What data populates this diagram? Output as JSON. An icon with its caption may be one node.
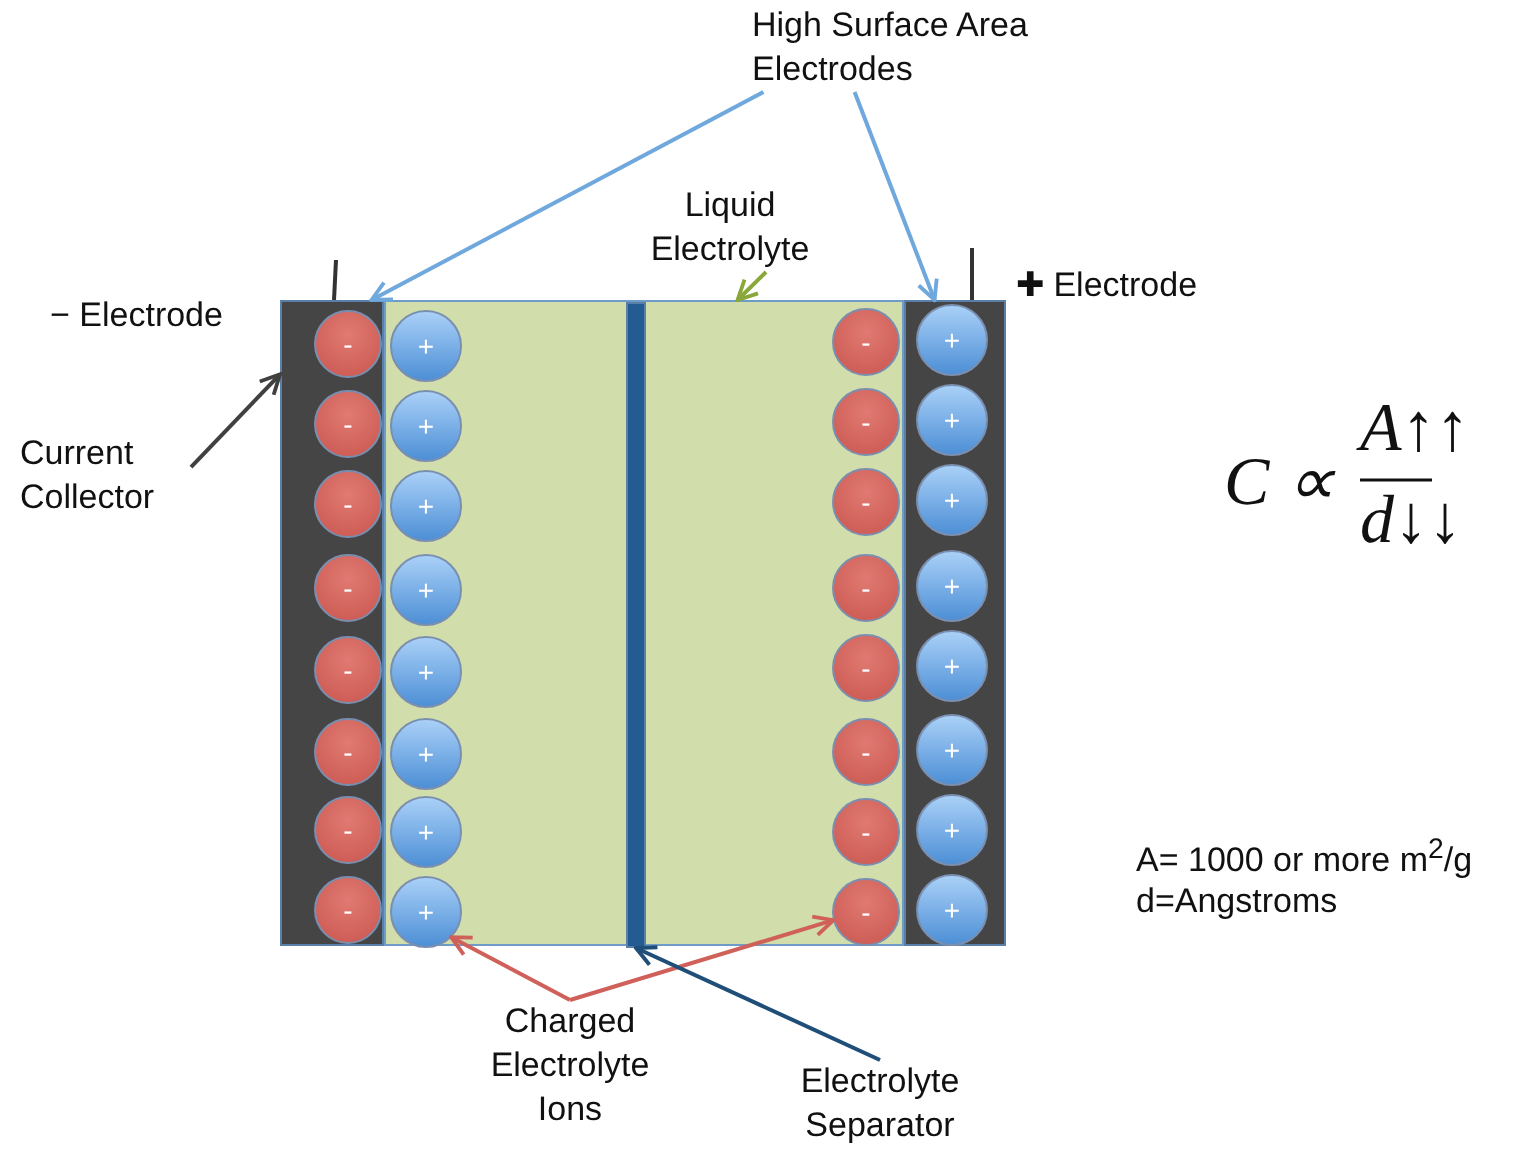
{
  "diagram": {
    "nodes": [
      {
        "text": [
          "High Surface Area Electrodes"
        ]
      },
      {
        "text": [
          "Liquid Electrolyte"
        ]
      },
      {
        "text": [
          "Current Collector"
        ]
      },
      {
        "text": [
          "Charged Electrolyte Ions"
        ]
      },
      {
        "text": [
          "Electrolyte Separator"
        ]
      },
      {
        "text": [],
        "shape": "bar"
      },
      {
        "text": [],
        "shape": "box"
      },
      {
        "text": [],
        "shape": "bar",
        "in": 6
      },
      {
        "text": [],
        "shape": "bar"
      },
      {
        "text": [
          "-"
        ],
        "in": 5
      },
      {
        "text": [
          "+"
        ],
        "in": 6
      },
      {
        "text": [
          "-"
        ],
        "in": 6
      },
      {
        "text": [
          "+"
        ],
        "in": 8
      },
      {
        "text": [
          "-"
        ],
        "in": 5
      },
      {
        "text": [
          "+"
        ],
        "in": 6
      },
      {
        "text": [
          "-"
        ],
        "in": 6
      },
      {
        "text": [
          "+"
        ],
        "in": 8
      },
      {
        "text": [
          "-"
        ],
        "in": 5
      },
      {
        "text": [
          "+"
        ],
        "in": 6
      },
      {
        "text": [
          "-"
        ],
        "in": 6
      },
      {
        "text": [
          "+"
        ],
        "in": 8
      },
      {
        "text": [
          "-"
        ],
        "in": 5
      },
      {
        "text": [
          "+"
        ],
        "in": 6
      },
      {
        "text": [
          "-"
        ],
        "in": 6
      },
      {
        "text": [
          "+"
        ],
        "in": 8
      },
      {
        "text": [
          "-"
        ],
        "in": 5
      },
      {
        "text": [
          "+"
        ],
        "in": 6
      },
      {
        "text": [
          "-"
        ],
        "in": 6
      },
      {
        "text": [
          "+"
        ],
        "in": 8
      },
      {
        "text": [
          "-"
        ],
        "in": 5
      },
      {
        "text": [
          "+"
        ],
        "in": 6
      },
      {
        "text": [
          "-"
        ],
        "in": 6
      },
      {
        "text": [
          "+"
        ],
        "in": 8
      },
      {
        "text": [
          "-"
        ],
        "in": 5
      },
      {
        "text": [
          "+"
        ],
        "in": 6
      },
      {
        "text": [
          "-"
        ],
        "in": 6
      },
      {
        "text": [
          "+"
        ],
        "in": 8
      },
      {
        "text": [
          "-"
        ],
        "in": 5
      },
      {
        "text": [
          "+"
        ],
        "in": 6
      },
      {
        "text": [
          "-"
        ],
        "in": 6
      },
      {
        "text": [
          "+"
        ],
        "in": 8
      }
    ],
    "edges": [
      {
        "from": 0,
        "to": 5,
        "arrow": "to",
        "color": "#6fa8dc"
      },
      {
        "from": 0,
        "to": 8,
        "arrow": "to",
        "color": "#6fa8dc"
      },
      {
        "from": 1,
        "to": 6,
        "arrow": "to",
        "color": "#8aa83a"
      },
      {
        "from": 2,
        "to": 5,
        "arrow": "to",
        "color": "#404040"
      },
      {
        "from": 3,
        "to": 38,
        "arrow": "to",
        "color": "#d0605a"
      },
      {
        "from": 3,
        "to": 39,
        "arrow": "to",
        "color": "#d0605a"
      },
      {
        "from": 4,
        "to": 7,
        "arrow": "to",
        "color": "#1f4e79"
      }
    ],
    "labels": [
      "− Electrode",
      "✚ Electrode",
      "C ∝",
      "A↑↑",
      "d↓↓",
      "A= 1000 or more m$^{2}$/g",
      "d=Angstroms"
    ]
  }
}
